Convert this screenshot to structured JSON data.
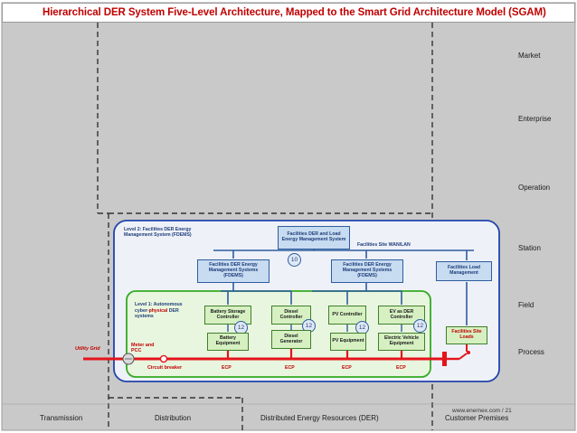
{
  "title": "Hierarchical DER System Five-Level Architecture, Mapped to the Smart Grid Architecture Model (SGAM)",
  "zones": [
    "Market",
    "Enterprise",
    "Operation",
    "Station",
    "Field",
    "Process"
  ],
  "domains": [
    "Transmission",
    "Distribution",
    "Distributed Energy Resources (DER)",
    "Customer Premises"
  ],
  "level2": {
    "label": "Level 2: Facilities DER Energy Management System (FDEMS)",
    "top_system": "Facilities DER and Load Energy Management System",
    "network_label": "Facilities Site WAN/LAN",
    "fdems_left": "Facilities DER Energy Management Systems (FDEMS)",
    "fdems_right": "Facilities DER Energy Management Systems (FDEMS)",
    "load_mgmt": "Facilities Load Management",
    "badge": "10"
  },
  "level1": {
    "label_a": "Level 1: Autonomous",
    "label_b": "cyber-",
    "label_c": "physical",
    "label_d": " DER",
    "label_e": "systems",
    "controllers": [
      "Battery Storage Controller",
      "Diesel Controller",
      "PV Controller",
      "EV as DER Controller"
    ],
    "equipment": [
      "Battery Equipment",
      "Diesel Generator",
      "PV Equipment",
      "Electric Vehicle Equipment"
    ],
    "badge": "12",
    "site_loads": "Facilities Site Loads"
  },
  "grid": {
    "utility_grid": "Utility Grid",
    "meter": "Meter and PCC",
    "breaker": "Circuit breaker",
    "ecp": "ECP"
  },
  "footer": "www.enernex.com / 21",
  "colors": {
    "title_red": "#c00000",
    "level2_border": "#2244aa",
    "level1_border": "#33aa22",
    "bus_red": "#e4141b",
    "box_blue": "#c7dbf1",
    "box_green": "#d6f0c2"
  }
}
